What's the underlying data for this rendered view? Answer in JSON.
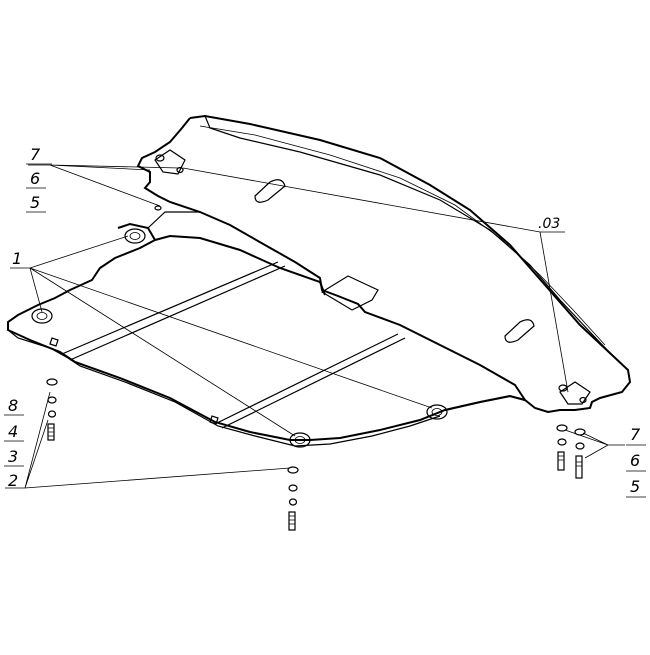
{
  "diagram": {
    "callouts": {
      "top_left": [
        "7",
        "6",
        "5"
      ],
      "left_one": "1",
      "right_part": ".03",
      "bottom_left": [
        "8",
        "4",
        "3",
        "2"
      ],
      "bottom_right": [
        "7",
        "6",
        "5"
      ]
    }
  }
}
